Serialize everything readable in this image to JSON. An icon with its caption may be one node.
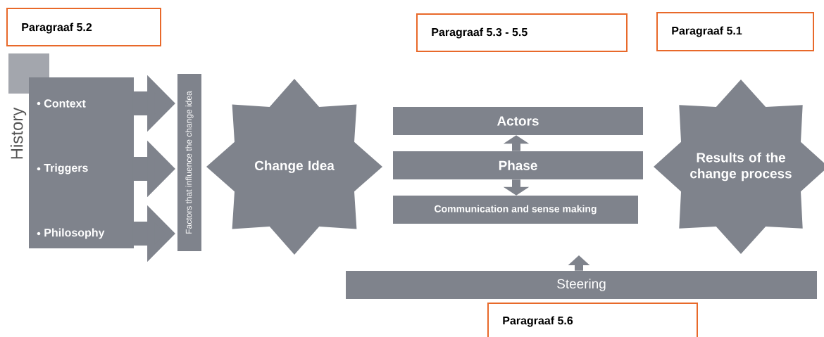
{
  "diagram": {
    "nodes": [
      {
        "text": [
          "Paragraaf 5.2"
        ]
      },
      {
        "text": [
          "Paragraaf 5.3 - 5.5"
        ]
      },
      {
        "text": [
          "Paragraaf 5.1"
        ]
      },
      {
        "text": [
          "Context",
          "Triggers",
          "Philosophy"
        ],
        "beside": [
          "History"
        ]
      },
      {
        "text": [
          "Factors that influence the change idea"
        ]
      },
      {
        "text": [
          "Change Idea"
        ]
      },
      {
        "text": [
          "Actors"
        ]
      },
      {
        "text": [
          "Phase"
        ]
      },
      {
        "text": [
          "Communication and sense making"
        ]
      },
      {
        "text": [
          "Results of the change process"
        ]
      },
      {
        "text": [
          "Steering"
        ]
      },
      {
        "text": [
          "Paragraaf 5.6"
        ]
      }
    ],
    "edges": [
      {
        "from": 3,
        "to": 4,
        "arrow": "to",
        "style": "thick"
      },
      {
        "from": 3,
        "to": 4,
        "arrow": "to",
        "style": "thick"
      },
      {
        "from": 3,
        "to": 4,
        "arrow": "to",
        "style": "thick"
      },
      {
        "from": 7,
        "to": 6,
        "arrow": "to"
      },
      {
        "from": 7,
        "to": 8,
        "arrow": "to"
      },
      {
        "from": 10,
        "to": null,
        "arrow": "to"
      }
    ]
  }
}
